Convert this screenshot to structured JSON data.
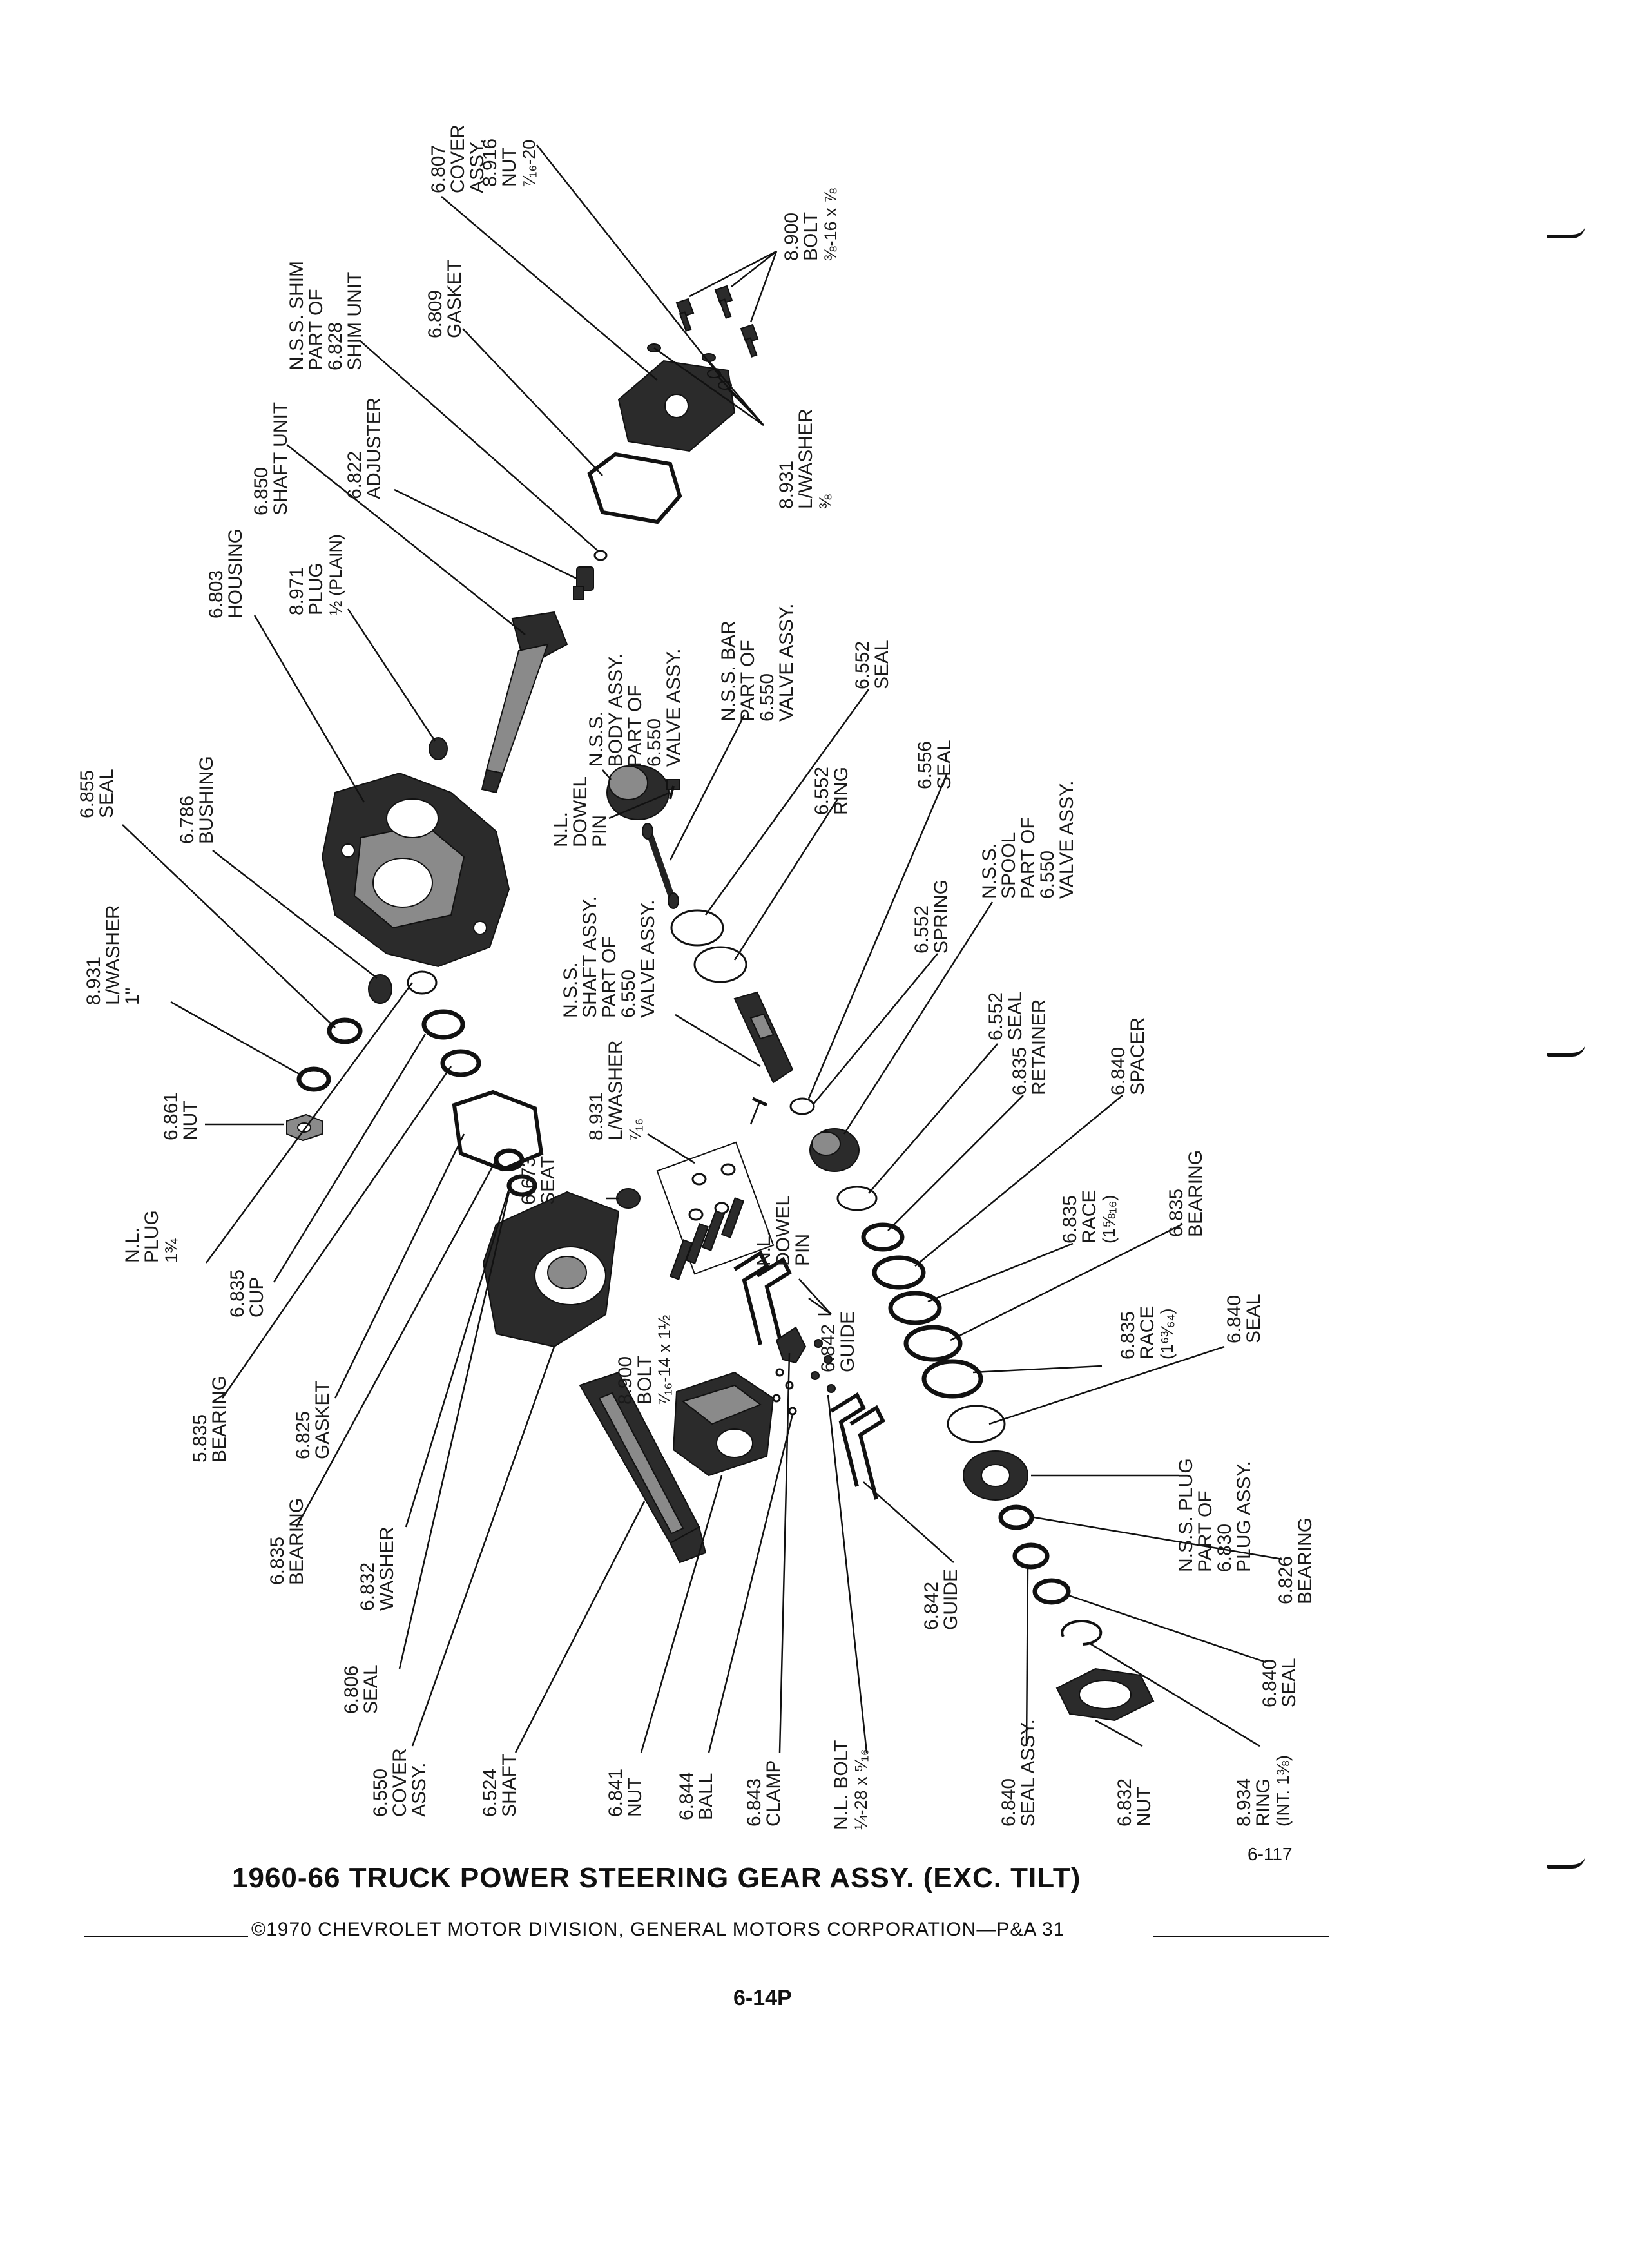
{
  "title": "1960-66 TRUCK POWER STEERING GEAR ASSY. (EXC. TILT)",
  "copyright": "©1970 CHEVROLET MOTOR DIVISION, GENERAL MOTORS CORPORATION—P&A 31",
  "page_number": "6-14P",
  "figure_number": "6-117",
  "labels": [
    {
      "id": "l01",
      "lines": [
        "6.807",
        "COVER",
        "ASSY."
      ]
    },
    {
      "id": "l02",
      "lines": [
        "8.916",
        "NUT",
        "⁷⁄₁₆-20"
      ]
    },
    {
      "id": "l03",
      "lines": [
        "8.900",
        "BOLT",
        "⅜-16 x ⅞"
      ]
    },
    {
      "id": "l04",
      "lines": [
        "N.S.S. SHIM",
        "PART OF",
        "6.828",
        "SHIM UNIT"
      ]
    },
    {
      "id": "l05",
      "lines": [
        "6.809",
        "GASKET"
      ]
    },
    {
      "id": "l06",
      "lines": [
        "6.850",
        "SHAFT UNIT"
      ]
    },
    {
      "id": "l07",
      "lines": [
        "6.822",
        "ADJUSTER"
      ]
    },
    {
      "id": "l08",
      "lines": [
        "8.931",
        "L/WASHER",
        "⅜"
      ]
    },
    {
      "id": "l09",
      "lines": [
        "6.803",
        "HOUSING"
      ]
    },
    {
      "id": "l10",
      "lines": [
        "8.971",
        "PLUG",
        "½ (PLAIN)"
      ]
    },
    {
      "id": "l11",
      "lines": [
        "N.S.S.",
        "BODY ASSY.",
        "PART OF",
        "6.550",
        "VALVE ASSY."
      ]
    },
    {
      "id": "l12",
      "lines": [
        "N.S.S. BAR",
        "PART OF",
        "6.550",
        "VALVE ASSY."
      ]
    },
    {
      "id": "l13",
      "lines": [
        "6.552",
        "SEAL"
      ]
    },
    {
      "id": "l14",
      "lines": [
        "6.855",
        "SEAL"
      ]
    },
    {
      "id": "l15",
      "lines": [
        "6.786",
        "BUSHING"
      ]
    },
    {
      "id": "l16",
      "lines": [
        "N.L.",
        "DOWEL",
        "PIN"
      ]
    },
    {
      "id": "l17",
      "lines": [
        "6.552",
        "RING"
      ]
    },
    {
      "id": "l18",
      "lines": [
        "6.556",
        "SEAL"
      ]
    },
    {
      "id": "l19",
      "lines": [
        "N.S.S.",
        "SPOOL",
        "PART OF",
        "6.550",
        "VALVE ASSY."
      ]
    },
    {
      "id": "l20",
      "lines": [
        "6.552",
        "SPRING"
      ]
    },
    {
      "id": "l21",
      "lines": [
        "8.931",
        "L/WASHER",
        "1\""
      ]
    },
    {
      "id": "l22",
      "lines": [
        "N.S.S.",
        "SHAFT ASSY.",
        "PART OF",
        "6.550",
        "VALVE ASSY."
      ]
    },
    {
      "id": "l23",
      "lines": [
        "6.552",
        "SEAL"
      ]
    },
    {
      "id": "l24",
      "lines": [
        "6.835",
        "RETAINER"
      ]
    },
    {
      "id": "l25",
      "lines": [
        "6.840",
        "SPACER"
      ]
    },
    {
      "id": "l26",
      "lines": [
        "6.861",
        "NUT"
      ]
    },
    {
      "id": "l27",
      "lines": [
        "8.931",
        "L/WASHER",
        "⁷⁄₁₆"
      ]
    },
    {
      "id": "l28",
      "lines": [
        "6.673",
        "SEAT"
      ]
    },
    {
      "id": "l29",
      "lines": [
        "N.L.",
        "DOWEL",
        "PIN"
      ]
    },
    {
      "id": "l30",
      "lines": [
        "6.835",
        "RACE",
        "(1⅝₁₆)"
      ]
    },
    {
      "id": "l31",
      "lines": [
        "6.835",
        "BEARING"
      ]
    },
    {
      "id": "l32",
      "lines": [
        "N.L.",
        "PLUG",
        "1¾"
      ]
    },
    {
      "id": "l33",
      "lines": [
        "6.835",
        "CUP"
      ]
    },
    {
      "id": "l34",
      "lines": [
        "8.900",
        "BOLT",
        "⁷⁄₁₆-14 x 1½"
      ]
    },
    {
      "id": "l35",
      "lines": [
        "6.842",
        "GUIDE"
      ]
    },
    {
      "id": "l36",
      "lines": [
        "6.835",
        "RACE",
        "(1⁶³⁄₆₄)"
      ]
    },
    {
      "id": "l37",
      "lines": [
        "6.840",
        "SEAL"
      ]
    },
    {
      "id": "l38",
      "lines": [
        "5.835",
        "BEARING"
      ]
    },
    {
      "id": "l39",
      "lines": [
        "6.825",
        "GASKET"
      ]
    },
    {
      "id": "l40",
      "lines": [
        "N.S.S. PLUG",
        "PART OF",
        "6.830",
        "PLUG ASSY."
      ]
    },
    {
      "id": "l41",
      "lines": [
        "6.835",
        "BEARING"
      ]
    },
    {
      "id": "l42",
      "lines": [
        "6.832",
        "WASHER"
      ]
    },
    {
      "id": "l43",
      "lines": [
        "6.826",
        "BEARING"
      ]
    },
    {
      "id": "l44",
      "lines": [
        "6.842",
        "GUIDE"
      ]
    },
    {
      "id": "l45",
      "lines": [
        "6.806",
        "SEAL"
      ]
    },
    {
      "id": "l46",
      "lines": [
        "6.840",
        "SEAL"
      ]
    },
    {
      "id": "l47",
      "lines": [
        "6.550",
        "COVER",
        "ASSY."
      ]
    },
    {
      "id": "l48",
      "lines": [
        "6.524",
        "SHAFT"
      ]
    },
    {
      "id": "l49",
      "lines": [
        "6.841",
        "NUT"
      ]
    },
    {
      "id": "l50",
      "lines": [
        "6.844",
        "BALL"
      ]
    },
    {
      "id": "l51",
      "lines": [
        "6.843",
        "CLAMP"
      ]
    },
    {
      "id": "l52",
      "lines": [
        "N.L. BOLT",
        "¼-28 x ⁵⁄₁₆"
      ]
    },
    {
      "id": "l53",
      "lines": [
        "6.840",
        "SEAL ASSY."
      ]
    },
    {
      "id": "l54",
      "lines": [
        "6.832",
        "NUT"
      ]
    },
    {
      "id": "l55",
      "lines": [
        "8.934",
        "RING",
        "(INT. 1⅜)"
      ]
    }
  ]
}
